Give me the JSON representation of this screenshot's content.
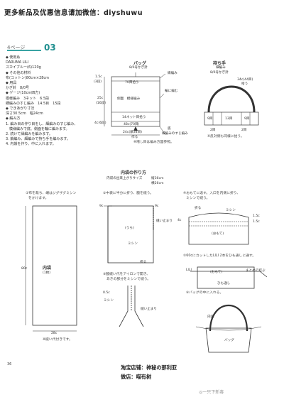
{
  "header": {
    "promo": "更多新品及优惠信息请加微信：diyshuwu"
  },
  "page": {
    "label": "4ページ",
    "number": "03",
    "page_number": "36"
  },
  "spec": {
    "lines": [
      "◆ 使用糸",
      "DARUMA LILI",
      "スカイブルー(6)120g",
      "◆ その他の材料",
      "布(コットン)80cm×28cm",
      "◆ 用具",
      "かぎ針　8/0号",
      "◆ ゲージ(10cm四方)",
      "模様編み　3ネット　6.5段",
      "細編みのすじ編み　14.5目　15段",
      "◆ できあがり寸法",
      "深さ30.5cm　幅24cm",
      "◆ 編み方",
      "1. 編み目の作り目をし、細編みのすじ編み、",
      "　模様編みで底、側面を輪に編みます。",
      "2. 続けて縁編みを編みます。",
      "3. 鎖編み、細編みで持ち手を編みます。",
      "4. 内袋を作り、中に入れます。"
    ]
  },
  "bag": {
    "title": "バッグ",
    "hook": "8/0号かぎ針",
    "top": "70目拾う",
    "edge": "縁編み",
    "dim_edge": "1.5c",
    "dim_edge_rows": "(3段)",
    "pattern": "側面　模様編み",
    "side_right": "輪に編む",
    "dim_side": "25c",
    "dim_side_rows": "(16段)",
    "net_inc": "14ネット目拾う",
    "base_count": "48c(70目)",
    "dim_base": "4c(6段)",
    "width": "24c(鎖34目)",
    "start": "作る",
    "base_label": "底",
    "base_stitch": "細編みのすじ編み",
    "note": "※増し目は編み方図参照。"
  },
  "handle": {
    "title": "持ち手",
    "subtitle": "細編み",
    "hook": "8/0号かぎ針",
    "right": "34c(44目)",
    "pick": "拾う",
    "rows1": "9目",
    "rows2": "13目",
    "rows3": "9目",
    "r1": "2目",
    "r2": "2目",
    "note": "※反対側も同様に拾う。"
  },
  "inner": {
    "title": "内袋の作り方",
    "size_label": "内袋の出来上がりサイズ",
    "size_h": "縦36cm",
    "size_w": "横26cm",
    "step1": "①布を裁ち、端はジグザグミシン",
    "step1b": "をかけます。",
    "piece": "内袋",
    "piece_count": "(1枚)",
    "dim_h": "80c",
    "dim_w": "28c",
    "fold_note": "※縫い代付きです。",
    "step2": "②中表に半分に折り、脇を縫う。",
    "step2_dim1": "9c",
    "step2_dim2": "9c",
    "back": "(うら)",
    "sew": "縫い止まり",
    "machine": "ミシン",
    "fold": "折る",
    "step3": "③脇縫い代をアイロンで開き、",
    "step3b": "あきの部分をミシンで縫う。",
    "s3_dim": "0.5c",
    "s3_sew": "ミシン",
    "s3_stop": "縫い止まり",
    "step4": "④おもてに返す。入口を内側に折り、",
    "step4b": "ミシンで縫う。",
    "s4_fold": "折る",
    "s4_m": "ミシン",
    "s4_d1": "1.5c",
    "s4_d2": "1.5c",
    "s4_d3": "4c",
    "front": "(おもて)",
    "step5": "⑤60cにカットしたLILI 2本をひも通しに通す。",
    "lili": "LILI",
    "front2": "(おもて)",
    "knot": "まとめて結ぶ",
    "cord": "ひも通し",
    "step6": "⑥バッグの中に入れる。",
    "inner_label": "内袋",
    "bag_label": "バッグ"
  },
  "footer": {
    "shop": "淘宝店铺：神秘の那利亚",
    "author": "做店：喵有树",
    "watermark": "◎一只下新毒"
  }
}
